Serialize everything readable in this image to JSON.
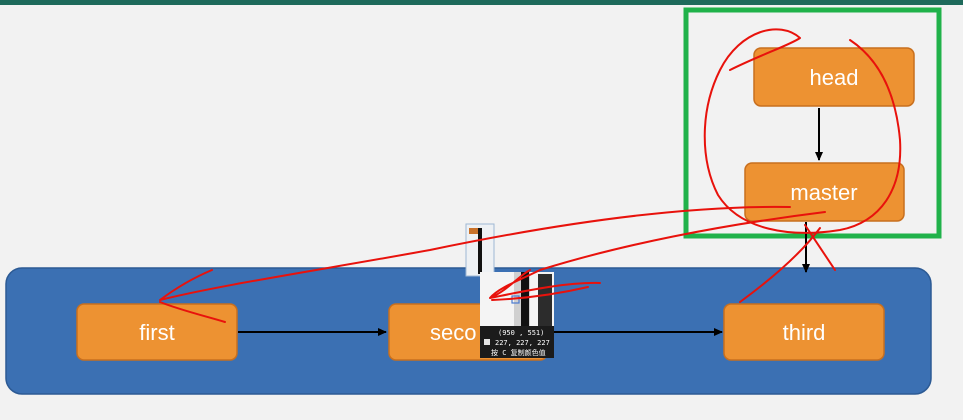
{
  "diagram": {
    "nodes": {
      "head": "head",
      "master": "master",
      "first": "first",
      "second": "seco",
      "third": "third"
    },
    "colors": {
      "node_fill": "#ed9232",
      "node_stroke": "#c86f1e",
      "commit_band": "#3b70b3",
      "pointer_box": "#20b24a",
      "annotation": "#e8120c",
      "top_bar": "#1e6a5b"
    }
  },
  "color_picker": {
    "coords": "(950 , 551)",
    "rgb": "227, 227, 227",
    "hint": "按 C 复制颜色值"
  }
}
